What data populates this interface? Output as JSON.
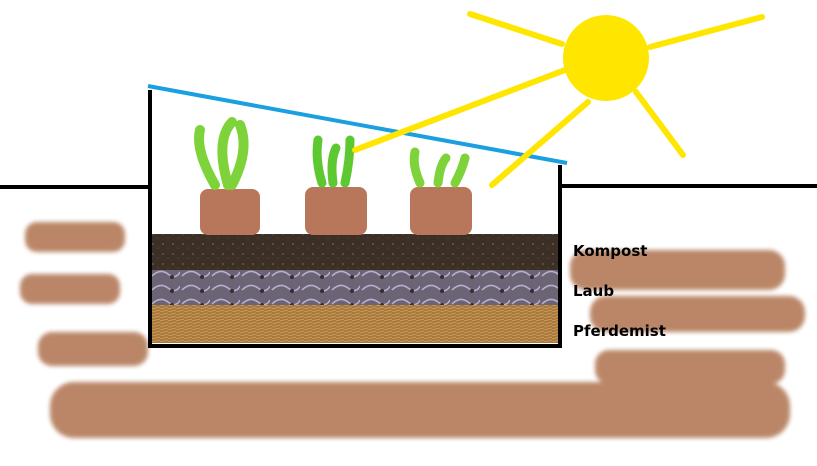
{
  "layers": [
    {
      "label": "Kompost",
      "color": "#3b2f26"
    },
    {
      "label": "Laub",
      "color": "#6c6474"
    },
    {
      "label": "Pferdemist",
      "color": "#a9783c"
    }
  ],
  "colors": {
    "sun": "#ffe600",
    "glass": "#1aa0e0",
    "soil_strokes": "#b47a58",
    "pot": "#b8775a",
    "plant": "#7ed23a"
  }
}
